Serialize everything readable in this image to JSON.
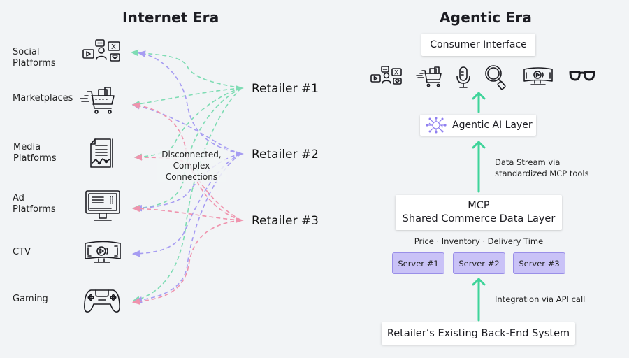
{
  "internet_era": {
    "title": "Internet Era",
    "platforms": [
      {
        "label_line1": "Social",
        "label_line2": "Platforms",
        "icon": "social-media-icon"
      },
      {
        "label_line1": "Marketplaces",
        "label_line2": "",
        "icon": "shopping-cart-icon"
      },
      {
        "label_line1": "Media",
        "label_line2": "Platforms",
        "icon": "document-chart-icon"
      },
      {
        "label_line1": "Ad",
        "label_line2": "Platforms",
        "icon": "monitor-ad-icon"
      },
      {
        "label_line1": "CTV",
        "label_line2": "",
        "icon": "curved-tv-icon"
      },
      {
        "label_line1": "Gaming",
        "label_line2": "",
        "icon": "gamepad-icon"
      }
    ],
    "retailers": [
      "Retailer #1",
      "Retailer #2",
      "Retailer #3"
    ],
    "center_note": {
      "line1": "Disconnected,",
      "line2": "Complex",
      "line3": "Connections"
    },
    "colors": {
      "retailer1": "#7fdcb4",
      "retailer2": "#a69cf2",
      "retailer3": "#ef93ad"
    }
  },
  "agentic_era": {
    "title": "Agentic Era",
    "consumer_interface": "Consumer Interface",
    "interface_icons": [
      "social-media-icon",
      "shopping-cart-icon",
      "microphone-icon",
      "magnifier-icon",
      "curved-tv-icon",
      "glasses-icon"
    ],
    "ai_layer": "Agentic AI Layer",
    "data_stream_note": {
      "line1": "Data Stream via",
      "line2": "standardized MCP tools"
    },
    "mcp_box": {
      "line1": "MCP",
      "line2": "Shared Commerce Data Layer"
    },
    "mcp_attributes": "Price · Inventory · Delivery Time",
    "servers": [
      "Server #1",
      "Server #2",
      "Server #3"
    ],
    "integration_note": "Integration via API call",
    "backend": "Retailer’s Existing Back-End System",
    "colors": {
      "arrow": "#3fd49a",
      "server_fill": "#c9c2f7",
      "server_border": "#9a8fe8",
      "ai_icon": "#8f7ff0"
    }
  }
}
